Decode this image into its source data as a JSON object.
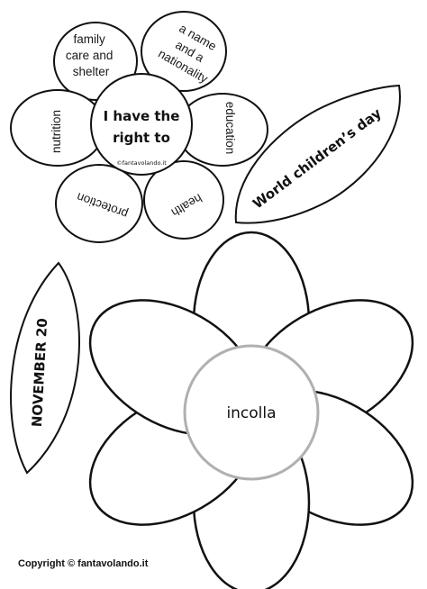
{
  "small_flower": {
    "center_title_line1": "I have the",
    "center_title_line2": "right to",
    "center_watermark": "©fantavolando.it",
    "petals": {
      "family": [
        "family",
        "care and",
        "shelter"
      ],
      "name": [
        "a name",
        "and a",
        "nationality"
      ],
      "education": "education",
      "health": "health",
      "protection": "protection",
      "nutrition": "nutrition"
    }
  },
  "leaf_right": {
    "text": "World children’s day"
  },
  "leaf_left": {
    "text": "NOVEMBER 20"
  },
  "big_flower": {
    "center_label": "incolla"
  },
  "footer": {
    "copyright": "Copyright © fantavolando.it"
  },
  "colors": {
    "outline": "#111111",
    "center_ring": "#b0b0b0",
    "background": "#ffffff"
  }
}
